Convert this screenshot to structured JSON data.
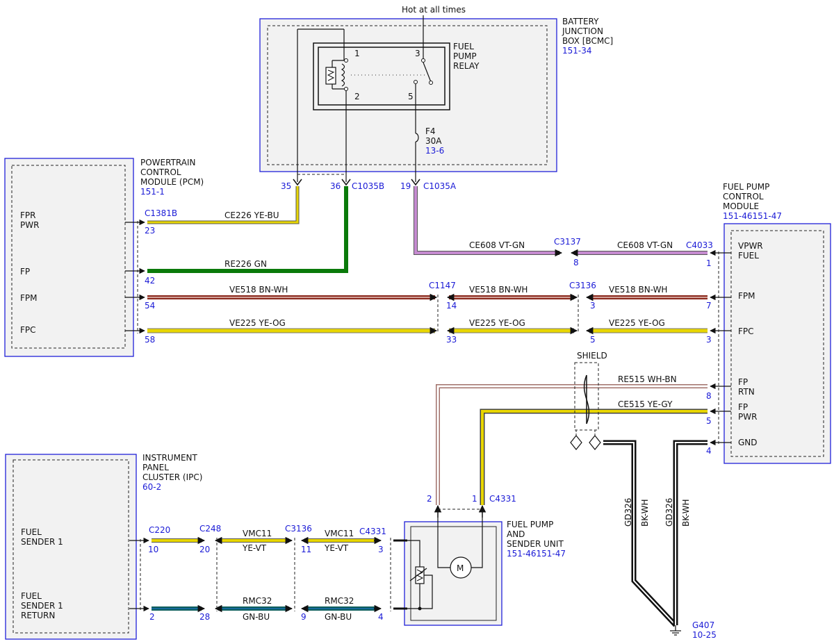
{
  "bjb": {
    "hot_label": "Hot at all times",
    "name": [
      "BATTERY",
      "JUNCTION",
      "BOX [BCMC]"
    ],
    "ref": "151-34",
    "relay": {
      "name": [
        "FUEL",
        "PUMP",
        "RELAY"
      ],
      "pin1": "1",
      "pin2": "2",
      "pin3": "3",
      "pin5": "5"
    },
    "fuse": {
      "name": "F4",
      "rating": "30A",
      "ref": "13-6"
    },
    "pins": {
      "p35": "35",
      "p36": "36",
      "p19": "19"
    },
    "connectors": {
      "b": "C1035B",
      "a": "C1035A"
    }
  },
  "pcm": {
    "name": [
      "POWERTRAIN",
      "CONTROL",
      "MODULE (PCM)"
    ],
    "ref": "151-1",
    "connector": "C1381B",
    "pins": {
      "fpr": {
        "label": [
          "FPR",
          "PWR"
        ],
        "num": "23"
      },
      "fp": {
        "label": [
          "FP"
        ],
        "num": "42"
      },
      "fpm": {
        "label": [
          "FPM"
        ],
        "num": "54"
      },
      "fpc": {
        "label": [
          "FPC"
        ],
        "num": "58"
      }
    }
  },
  "fpcm": {
    "name": [
      "FUEL PUMP",
      "CONTROL",
      "MODULE"
    ],
    "ref": "151-46151-47",
    "connector": "C4033",
    "pins": {
      "vpwr": {
        "label": [
          "VPWR",
          "FUEL"
        ],
        "num": "1"
      },
      "fpm": {
        "label": [
          "FPM"
        ],
        "num": "7"
      },
      "fpc": {
        "label": [
          "FPC"
        ],
        "num": "3"
      },
      "fprtn": {
        "label": [
          "FP",
          "RTN"
        ],
        "num": "8"
      },
      "fppwr": {
        "label": [
          "FP",
          "PWR"
        ],
        "num": "5"
      },
      "gnd": {
        "label": [
          "GND"
        ],
        "num": "4"
      }
    }
  },
  "ipc": {
    "name": [
      "INSTRUMENT",
      "PANEL",
      "CLUSTER (IPC)"
    ],
    "ref": "60-2",
    "pins": {
      "s1": {
        "label": [
          "FUEL",
          "SENDER 1"
        ],
        "num": "10"
      },
      "s1r": {
        "label": [
          "FUEL",
          "SENDER 1",
          "RETURN"
        ],
        "num": "2"
      }
    }
  },
  "fpsu": {
    "name": [
      "FUEL PUMP",
      "AND",
      "SENDER UNIT"
    ],
    "ref": "151-46151-47",
    "motor": "M",
    "connector": "C4331",
    "top_pins": {
      "p2": "2",
      "p1": "1"
    }
  },
  "connectors": {
    "c1147": {
      "name": "C1147",
      "pin_fpm": "14",
      "pin_fpc": "33"
    },
    "c3136": {
      "name": "C3136",
      "pin_fpm": "3",
      "pin_fpc": "5"
    },
    "c3137": {
      "name": "C3137",
      "pin": "8"
    },
    "c220": {
      "name": "C220"
    },
    "c248": {
      "name": "C248",
      "pin_top": "20",
      "pin_bot": "28"
    },
    "c3136b": {
      "name": "C3136",
      "pin_top": "11",
      "pin_bot": "9"
    },
    "c4331b": {
      "name": "C4331",
      "pin_top": "3",
      "pin_bot": "4"
    }
  },
  "wires": {
    "ce226": "CE226  YE-BU",
    "re226": "RE226   GN",
    "ve518_a": "VE518 BN-WH",
    "ve518_b": "VE518 BN-WH",
    "ve518_c": "VE518 BN-WH",
    "ve225_a": "VE225 YE-OG",
    "ve225_b": "VE225 YE-OG",
    "ve225_c": "VE225 YE-OG",
    "ce608_a": "CE608 VT-GN",
    "ce608_b": "CE608 VT-GN",
    "re515": "RE515 WH-BN",
    "ce515": "CE515 YE-GY",
    "vmc11": "VMC11",
    "ye_vt": "YE-VT",
    "rmc32": "RMC32",
    "gn_bu": "GN-BU",
    "gd326": "GD326",
    "bk_wh": "BK-WH"
  },
  "shield": "SHIELD",
  "ground": {
    "name": "G407",
    "ref": "10-25"
  },
  "colors": {
    "module_outline": "#2020d8",
    "module_fill": "#f2f2f2",
    "ref_text": "#1a1ad6",
    "ye": "#e8d600",
    "gn": "#0a7a0a",
    "bn_wh": "#8b2a1e",
    "vt_gn": "#9b59a6",
    "wh_bn": "#c9a59e",
    "bk": "#111111",
    "gn_bu": "#0e5e5c"
  }
}
